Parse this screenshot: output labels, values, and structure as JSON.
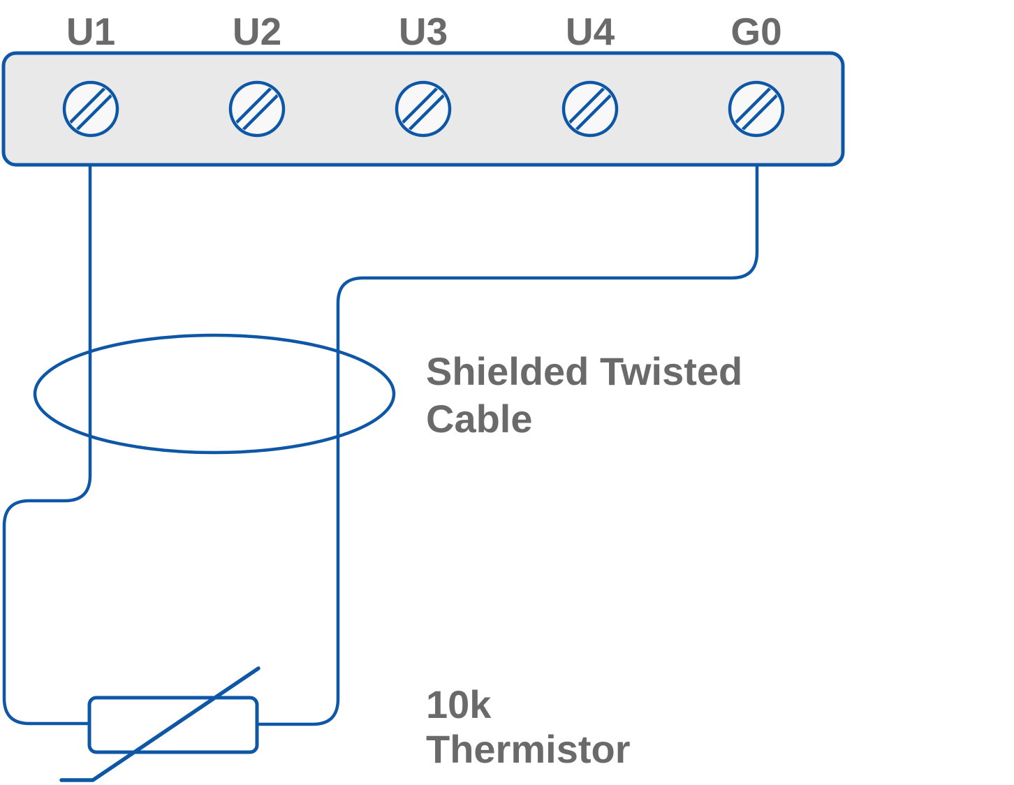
{
  "colors": {
    "wire": "#0d57a6",
    "block_fill": "#e9e9e9",
    "screw_fill": "#f8f8f8",
    "text_gray": "#6a6a6a"
  },
  "terminal_block": {
    "terminals": [
      {
        "label": "U1"
      },
      {
        "label": "U2"
      },
      {
        "label": "U3"
      },
      {
        "label": "U4"
      },
      {
        "label": "G0"
      }
    ]
  },
  "annotations": {
    "cable": {
      "lines": [
        "Shielded Twisted",
        "Cable"
      ]
    },
    "thermistor": {
      "lines": [
        "10k",
        "Thermistor"
      ]
    }
  },
  "icons": {
    "terminal_screw": "screw-terminal-icon"
  }
}
